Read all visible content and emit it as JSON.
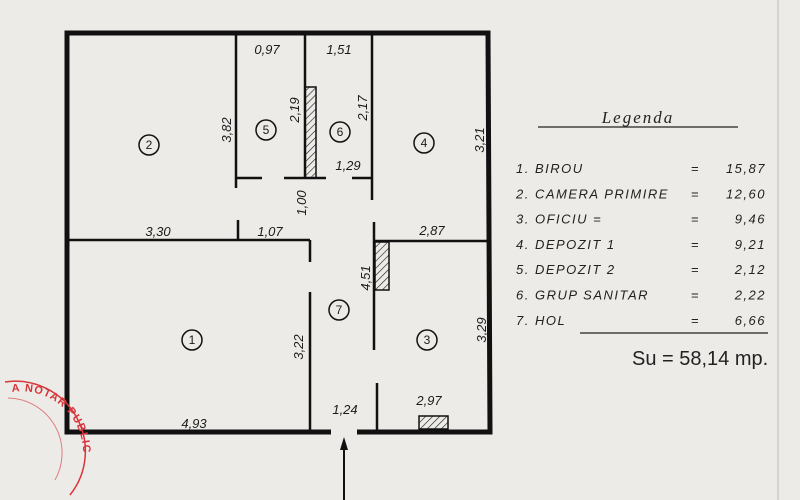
{
  "rooms": [
    {
      "number": "1",
      "dims": [
        "4,93",
        "3,22"
      ]
    },
    {
      "number": "2",
      "dims": [
        "3,30",
        "3,82"
      ]
    },
    {
      "number": "3",
      "dims": [
        "2,97",
        "3,29"
      ]
    },
    {
      "number": "4",
      "dims": [
        "2,87",
        "3,21"
      ]
    },
    {
      "number": "5",
      "dims": [
        "0,97",
        "2,19"
      ]
    },
    {
      "number": "6",
      "dims": [
        "1,51",
        "2,17",
        "1,29"
      ]
    },
    {
      "number": "7",
      "dims": [
        "1,07",
        "1,00",
        "4,51",
        "1,24"
      ]
    }
  ],
  "legend": {
    "title": "Legenda",
    "items": [
      {
        "label": "1. BIROU",
        "eq": "=",
        "value": "15,87"
      },
      {
        "label": "2. CAMERA PRIMIRE",
        "eq": "=",
        "value": "12,60"
      },
      {
        "label": "3. OFICIU =",
        "eq": "=",
        "value": "9,46"
      },
      {
        "label": "4. DEPOZIT 1",
        "eq": "=",
        "value": "9,21"
      },
      {
        "label": "5. DEPOZIT 2",
        "eq": "=",
        "value": "2,12"
      },
      {
        "label": "6. GRUP SANITAR",
        "eq": "=",
        "value": "2,22"
      },
      {
        "label": "7. HOL",
        "eq": "=",
        "value": "6,66"
      }
    ],
    "total": "Su = 58,14 mp."
  },
  "stamp": {
    "text": "A  NOTAR PUBLIC",
    "color": "#d8353a"
  },
  "colors": {
    "wall": "#111111",
    "paper": "#ecebe7"
  }
}
